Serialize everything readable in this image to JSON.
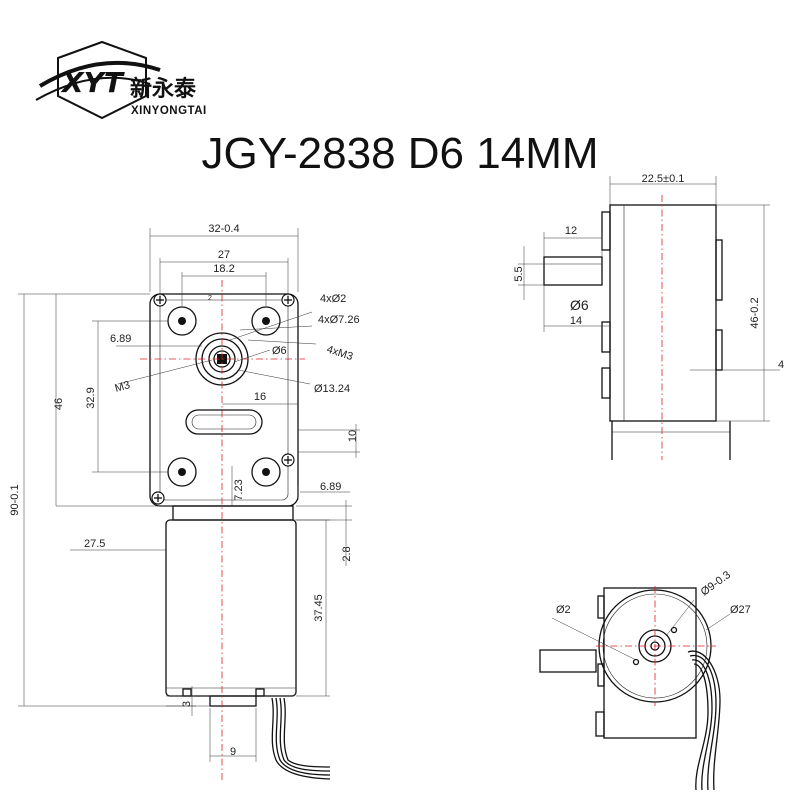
{
  "brand": {
    "logo_text": "XYT",
    "name_cn": "新永泰",
    "name_en": "XINYONGTAI"
  },
  "title": "JGY-2838 D6 14MM",
  "dims": {
    "front_width": "32-0.4",
    "hole_spacing": "27",
    "inner_spacing": "18.2",
    "small_2": "2",
    "holes_d2": "4xØ2",
    "holes_d726": "4xØ7.26",
    "holes_m3": "4xM3",
    "d6_front": "Ø6",
    "x689_top": "6.89",
    "m3": "M3",
    "d1324": "Ø13.24",
    "slot_16": "16",
    "h46": "46",
    "h329": "32.9",
    "h10": "10",
    "h723": "7.23",
    "x689_bottom": "6.89",
    "total_90": "90-0.1",
    "motor_275": "27.5",
    "gap_28": "2.8",
    "motor_3745": "37.45",
    "end_3": "3",
    "end_9": "9",
    "side_width": "22.5±0.1",
    "shaft_12": "12",
    "shaft_55": "5.5",
    "d6_side": "Ø6",
    "shaft_14": "14",
    "side_height": "46-0.2",
    "side_4": "4",
    "end_d2": "Ø2",
    "end_d9": "Ø9-0.3",
    "end_d27": "Ø27"
  }
}
